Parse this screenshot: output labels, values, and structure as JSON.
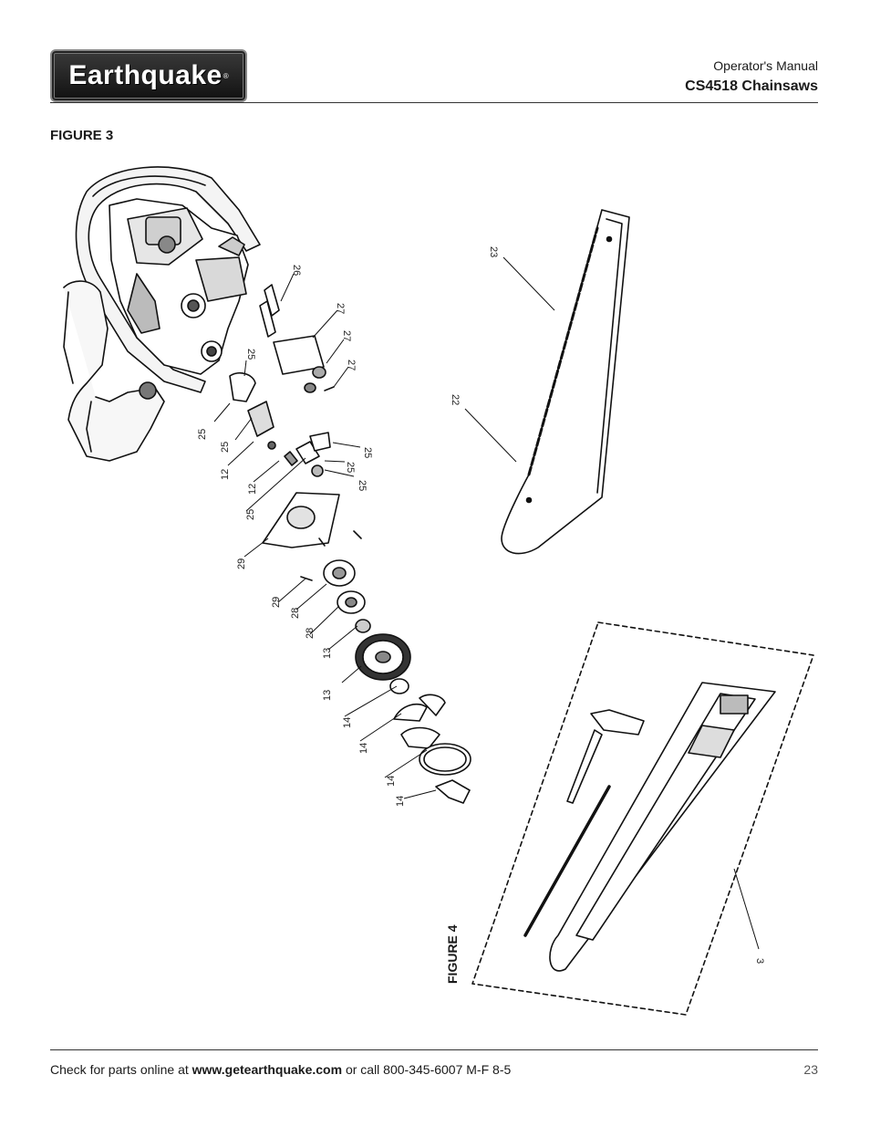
{
  "header": {
    "logo_text": "Earthquake",
    "logo_mark": "®",
    "manual": "Operator's Manual",
    "model": "CS4518 Chainsaws"
  },
  "figures": {
    "fig3_label": "FIGURE 3",
    "fig4_label": "FIGURE 4"
  },
  "callouts": {
    "c26": "26",
    "c27a": "27",
    "c27b": "27",
    "c27c": "27",
    "c25a": "25",
    "c25b": "25",
    "c25c": "25",
    "c25d": "25",
    "c25e": "25",
    "c25f": "25",
    "c25g": "25",
    "c12a": "12",
    "c12b": "12",
    "c29a": "29",
    "c29b": "29",
    "c28a": "28",
    "c28b": "28",
    "c13a": "13",
    "c13b": "13",
    "c14a": "14",
    "c14b": "14",
    "c14c": "14",
    "c14d": "14",
    "c23": "23",
    "c22": "22",
    "c3": "3"
  },
  "footer": {
    "prefix": "Check for parts online at ",
    "url": "www.getearthquake.com",
    "suffix": " or call 800-345-6007 M-F 8-5",
    "page": "23"
  }
}
